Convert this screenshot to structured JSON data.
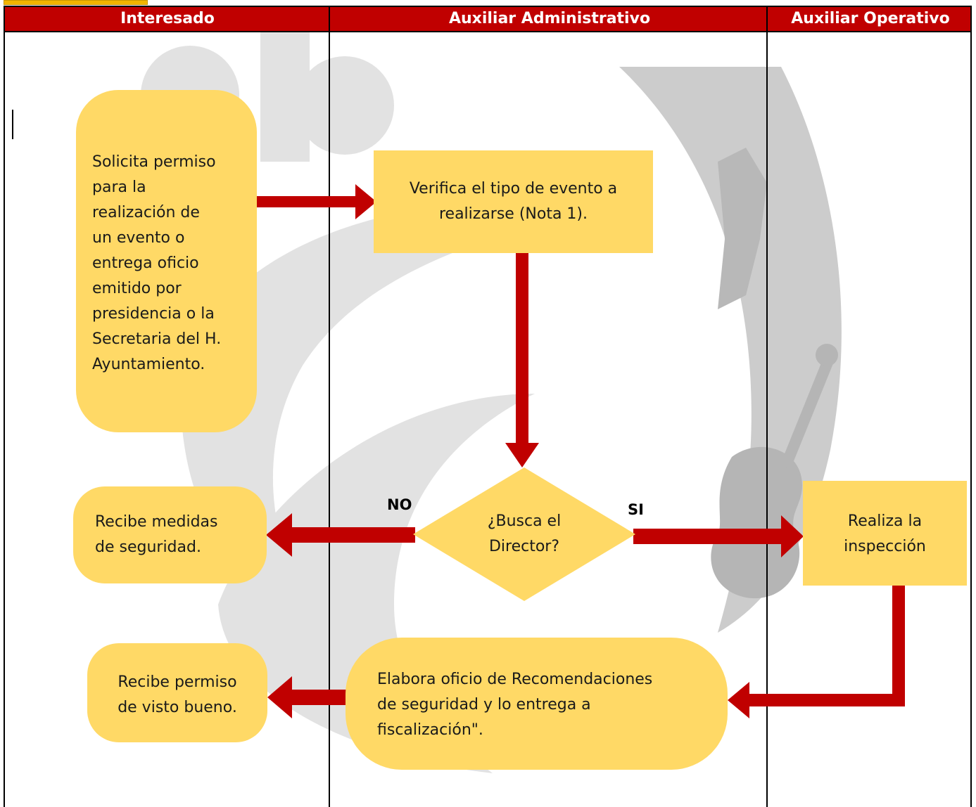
{
  "colors": {
    "header_bg": "#c00000",
    "header_text": "#ffffff",
    "node_fill": "#ffd966",
    "arrow": "#c00000",
    "watermark": "#d0d0d0"
  },
  "lanes": [
    {
      "title": "Interesado"
    },
    {
      "title": "Auxiliar Administrativo"
    },
    {
      "title": "Auxiliar Operativo"
    }
  ],
  "nodes": {
    "solicita": "Solicita permiso\npara la\nrealización de\nun evento o\nentrega oficio\nemitido por\npresidencia o la\nSecretaria del H.\nAyuntamiento.",
    "verifica": "Verifica el tipo de evento a\nrealizarse (Nota 1).",
    "decision": "¿Busca el\nDirector?",
    "recibe_medidas": "Recibe medidas\nde seguridad.",
    "realiza": "Realiza la\ninspección",
    "elabora": "Elabora oficio de Recomendaciones\nde seguridad y lo entrega a\nfiscalización\".",
    "recibe_permiso": "Recibe permiso\nde visto bueno."
  },
  "branch_labels": {
    "no": "NO",
    "si": "SI"
  },
  "watermark": {
    "icons": [
      "seal-gear-icon",
      "cactus-icon",
      "swirl-icon",
      "violin-icon",
      "figure-icon"
    ]
  }
}
